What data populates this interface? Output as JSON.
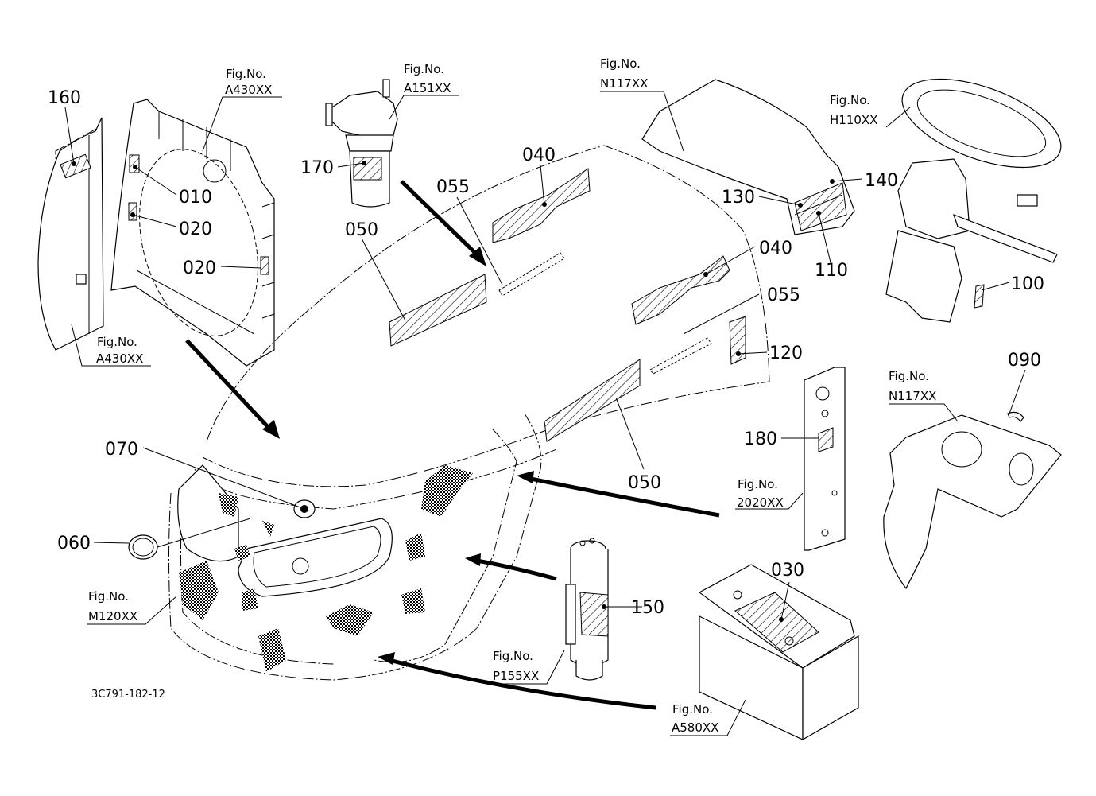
{
  "diagram": {
    "drawing_code": "3C791-182-12",
    "fig_prefix": "Fig.No.",
    "figure_refs": [
      {
        "id": "a430-right",
        "fig_label": "Fig.No.",
        "code": "A430XX"
      },
      {
        "id": "a430-left",
        "fig_label": "Fig.No.",
        "code": "A430XX"
      },
      {
        "id": "a151",
        "fig_label": "Fig.No.",
        "code": "A151XX"
      },
      {
        "id": "n117-top",
        "fig_label": "Fig.No.",
        "code": "N117XX"
      },
      {
        "id": "h110",
        "fig_label": "Fig.No.",
        "code": "H110XX"
      },
      {
        "id": "n117-right",
        "fig_label": "Fig.No.",
        "code": "N117XX"
      },
      {
        "id": "2020",
        "fig_label": "Fig.No.",
        "code": "2020XX"
      },
      {
        "id": "m120",
        "fig_label": "Fig.No.",
        "code": "M120XX"
      },
      {
        "id": "p155",
        "fig_label": "Fig.No.",
        "code": "P155XX"
      },
      {
        "id": "a580",
        "fig_label": "Fig.No.",
        "code": "A580XX"
      }
    ],
    "callouts": [
      {
        "ref": "160"
      },
      {
        "ref": "010"
      },
      {
        "ref": "020"
      },
      {
        "ref": "020"
      },
      {
        "ref": "170"
      },
      {
        "ref": "050"
      },
      {
        "ref": "055"
      },
      {
        "ref": "040"
      },
      {
        "ref": "130"
      },
      {
        "ref": "140"
      },
      {
        "ref": "110"
      },
      {
        "ref": "040"
      },
      {
        "ref": "055"
      },
      {
        "ref": "120"
      },
      {
        "ref": "100"
      },
      {
        "ref": "090"
      },
      {
        "ref": "180"
      },
      {
        "ref": "050"
      },
      {
        "ref": "070"
      },
      {
        "ref": "060"
      },
      {
        "ref": "150"
      },
      {
        "ref": "030"
      }
    ]
  }
}
